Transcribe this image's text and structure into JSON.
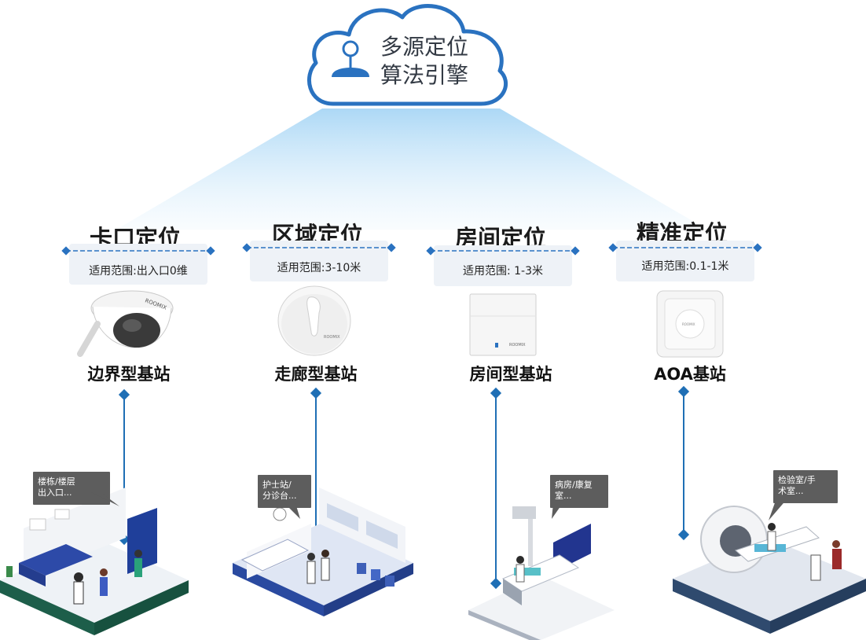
{
  "engine": {
    "line1": "多源定位",
    "line2": "算法引擎"
  },
  "columns": [
    {
      "mode": "卡口定位",
      "range": "适用范围:出入口0维",
      "station": "边界型基站",
      "scene": "楼栋/楼层\n出入口..."
    },
    {
      "mode": "区域定位",
      "range": "适用范围:3-10米",
      "station": "走廊型基站",
      "scene": "护士站/\n分诊台..."
    },
    {
      "mode": "房间定位",
      "range": "适用范围: 1-3米",
      "station": "房间型基站",
      "scene": "病房/康复\n室..."
    },
    {
      "mode": "精准定位",
      "range": "适用范围:0.1-1米",
      "station": "AOA基站",
      "scene": "检验室/手\n术室..."
    }
  ],
  "colors": {
    "accent": "#1f6fb5",
    "cloud_stroke": "#2a72c0",
    "beam": "#b9ddf5"
  }
}
